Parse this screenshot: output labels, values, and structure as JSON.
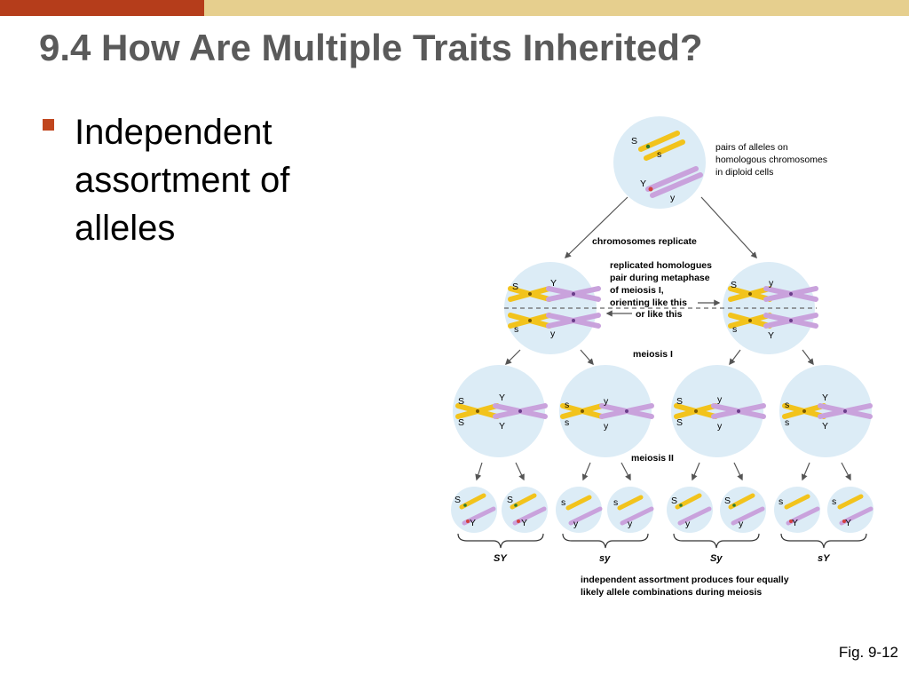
{
  "title": "9.4 How Are Multiple Traits Inherited?",
  "bullet": "Independent assortment of alleles",
  "figure_label": "Fig. 9-12",
  "diagram": {
    "top_note": [
      "pairs of alleles on",
      "homologous chromosomes",
      "in diploid cells"
    ],
    "replicate_label": "chromosomes replicate",
    "metaphase_note": [
      "replicated homologues",
      "pair during metaphase",
      "of meiosis I,",
      "orienting like this",
      "or like this"
    ],
    "meiosis1_label": "meiosis I",
    "meiosis2_label": "meiosis II",
    "bottom_note": [
      "independent assortment produces four equally",
      "likely allele combinations during meiosis"
    ],
    "allele_S": "S",
    "allele_s": "s",
    "allele_Y": "Y",
    "allele_y": "y",
    "combos": [
      {
        "first": "S",
        "second": "Y"
      },
      {
        "first": "s",
        "second": "y"
      },
      {
        "first": "S",
        "second": "y"
      },
      {
        "first": "s",
        "second": "Y"
      }
    ]
  },
  "colors": {
    "bar_left": "#b53d1b",
    "bar_right": "#e6cf8e",
    "cell": "#dcecf6",
    "yellow_chrom": "#f2c31c",
    "purple_chrom": "#c9a2dc",
    "arrow": "#555555"
  }
}
